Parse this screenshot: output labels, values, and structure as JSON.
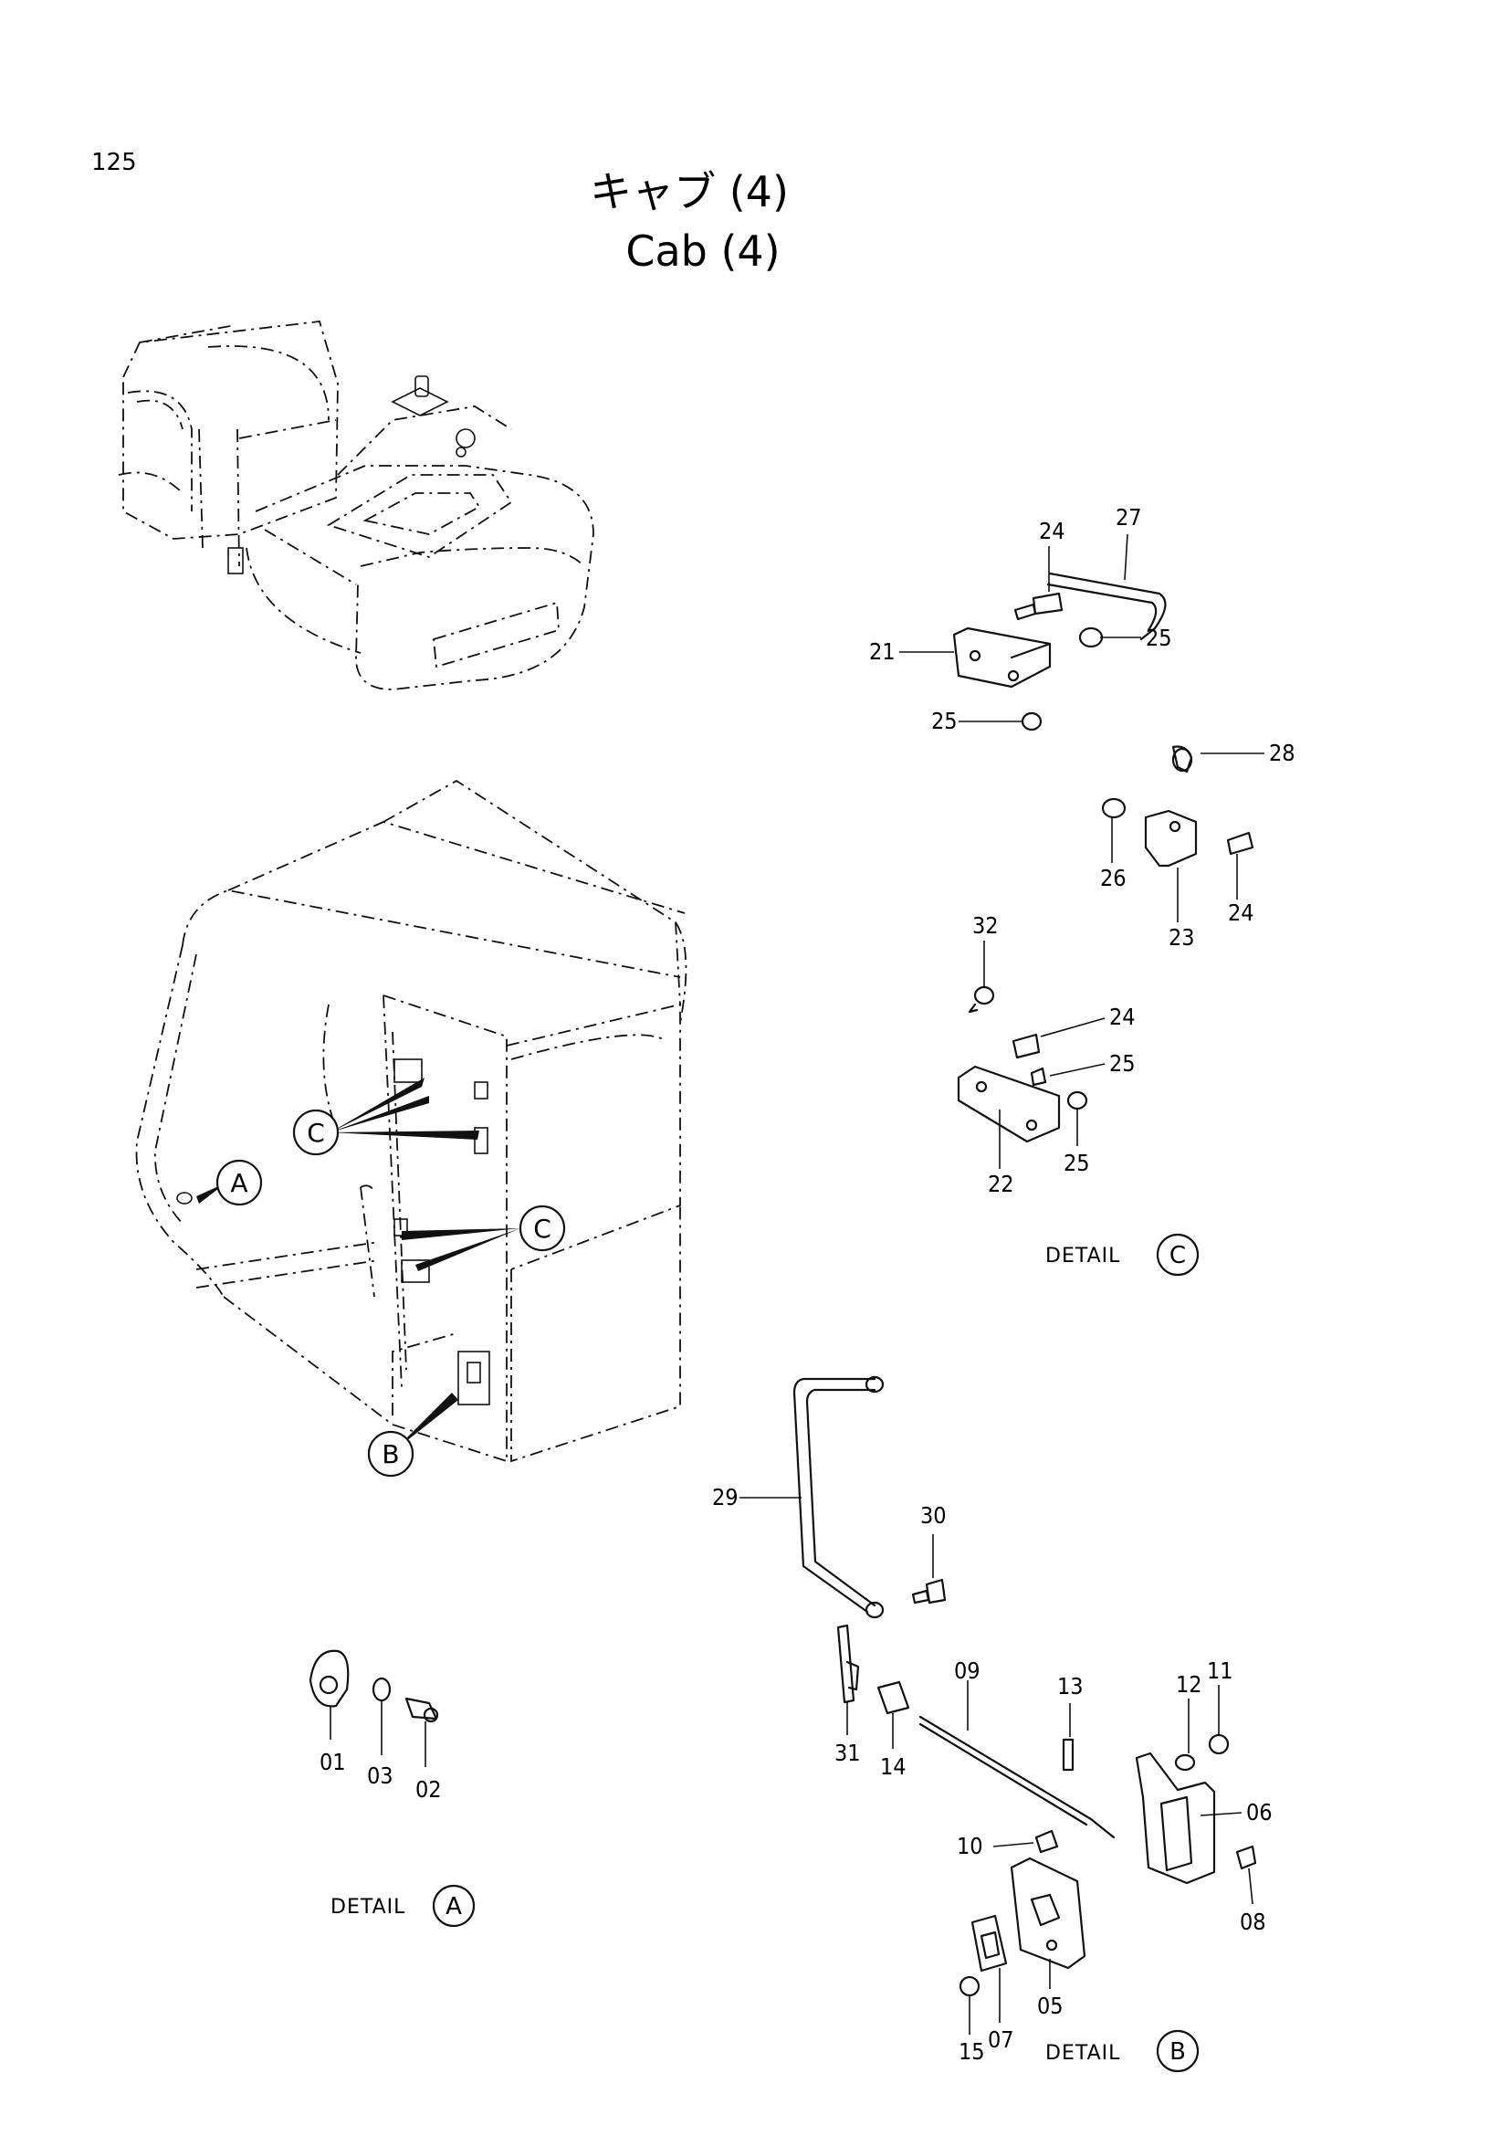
{
  "page_number": "125",
  "title_jp": "キャブ (4)",
  "title_en": "Cab (4)",
  "details": {
    "A": {
      "text": "DETAIL",
      "letter": "A"
    },
    "B": {
      "text": "DETAIL",
      "letter": "B"
    },
    "C": {
      "text": "DETAIL",
      "letter": "C"
    }
  },
  "callouts": {
    "A": "A",
    "B": "B",
    "C1": "C",
    "C2": "C"
  },
  "part_labels": {
    "p01": "01",
    "p02": "02",
    "p03": "03",
    "p05": "05",
    "p06": "06",
    "p07": "07",
    "p08": "08",
    "p09": "09",
    "p10": "10",
    "p11": "11",
    "p12": "12",
    "p13": "13",
    "p14": "14",
    "p15": "15",
    "p21": "21",
    "p22": "22",
    "p23": "23",
    "p24a": "24",
    "p24b": "24",
    "p24c": "24",
    "p25a": "25",
    "p25b": "25",
    "p25c": "25",
    "p25d": "25",
    "p26": "26",
    "p27": "27",
    "p28": "28",
    "p29": "29",
    "p30": "30",
    "p31": "31",
    "p32": "32"
  }
}
